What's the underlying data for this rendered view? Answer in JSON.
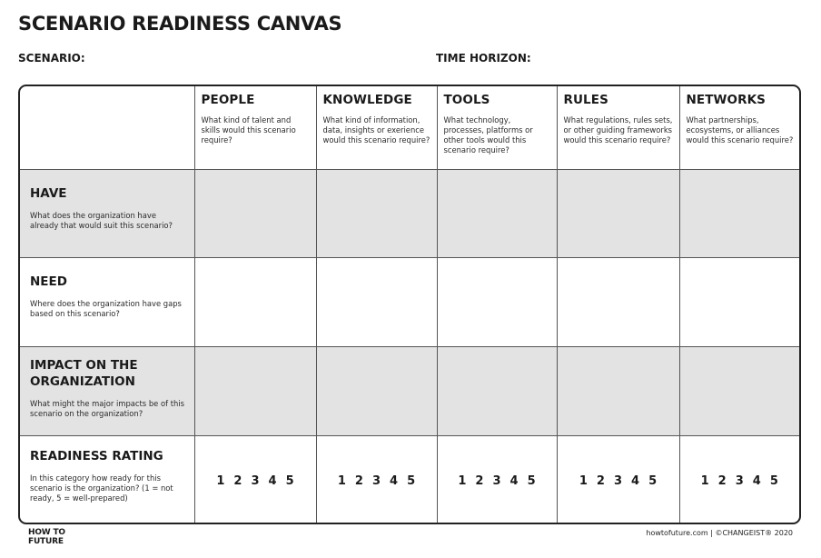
{
  "title": "SCENARIO READINESS CANVAS",
  "fields": {
    "scenario_label": "SCENARIO:",
    "time_horizon_label": "TIME HORIZON:"
  },
  "columns": [
    {
      "title": "PEOPLE",
      "desc": "What kind of talent and skills would this scenario require?"
    },
    {
      "title": "KNOWLEDGE",
      "desc": "What kind of information, data, insights or exerience would this scenario require?"
    },
    {
      "title": "TOOLS",
      "desc": "What technology, processes, platforms or other tools would this scenario require?"
    },
    {
      "title": "RULES",
      "desc": "What regulations, rules sets, or other guiding frameworks would this scenario require?"
    },
    {
      "title": "NETWORKS",
      "desc": "What partnerships, ecosystems, or alliances would this scenario require?"
    }
  ],
  "rows": [
    {
      "title": "HAVE",
      "desc": "What does the organization have already that would suit this scenario?"
    },
    {
      "title": "NEED",
      "desc": "Where does the organization have gaps based on this scenario?"
    },
    {
      "title": "IMPACT ON THE ORGANIZATION",
      "desc": "What might the major impacts be of this scenario on the organization?"
    },
    {
      "title": "READINESS RATING",
      "desc": "In this category how ready for this scenario is the organization? (1 = not ready, 5 = well-prepared)"
    }
  ],
  "rating_scale": [
    "1",
    "2",
    "3",
    "4",
    "5"
  ],
  "footer": {
    "logo_line1": "HOW TO",
    "logo_line2": "FUTURE",
    "credit": "howtofuture.com | ©CHANGEIST® 2020"
  },
  "colors": {
    "shaded_row": "#e3e3e3",
    "border": "#222222"
  }
}
